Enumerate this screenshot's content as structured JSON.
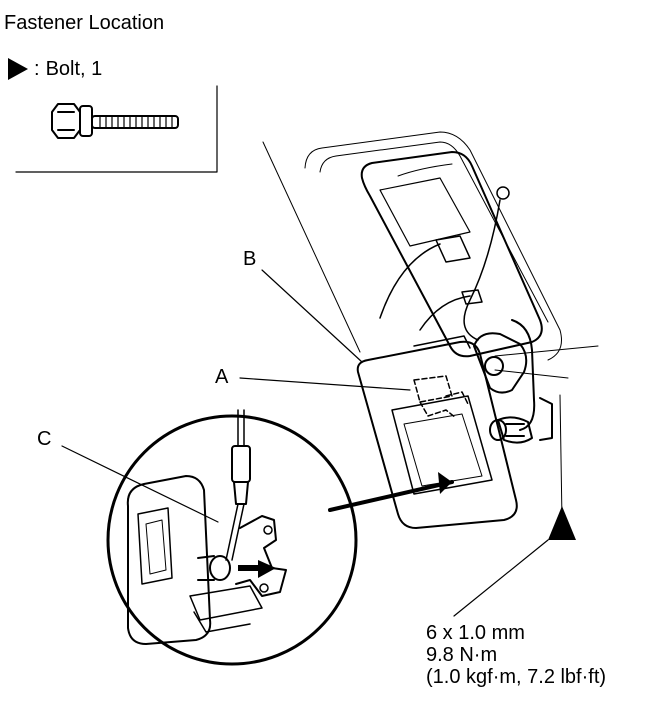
{
  "header": {
    "title": "Fastener Location"
  },
  "legend": {
    "separator": ":",
    "label": "Bolt, 1",
    "icon": "triangle-right-icon"
  },
  "callouts": {
    "a": "A",
    "b": "B",
    "c": "C"
  },
  "spec": {
    "size": "6 x 1.0 mm",
    "torque_nm": "9.8 N·m",
    "torque_alt": "(1.0 kgf·m, 7.2 lbf·ft)"
  }
}
